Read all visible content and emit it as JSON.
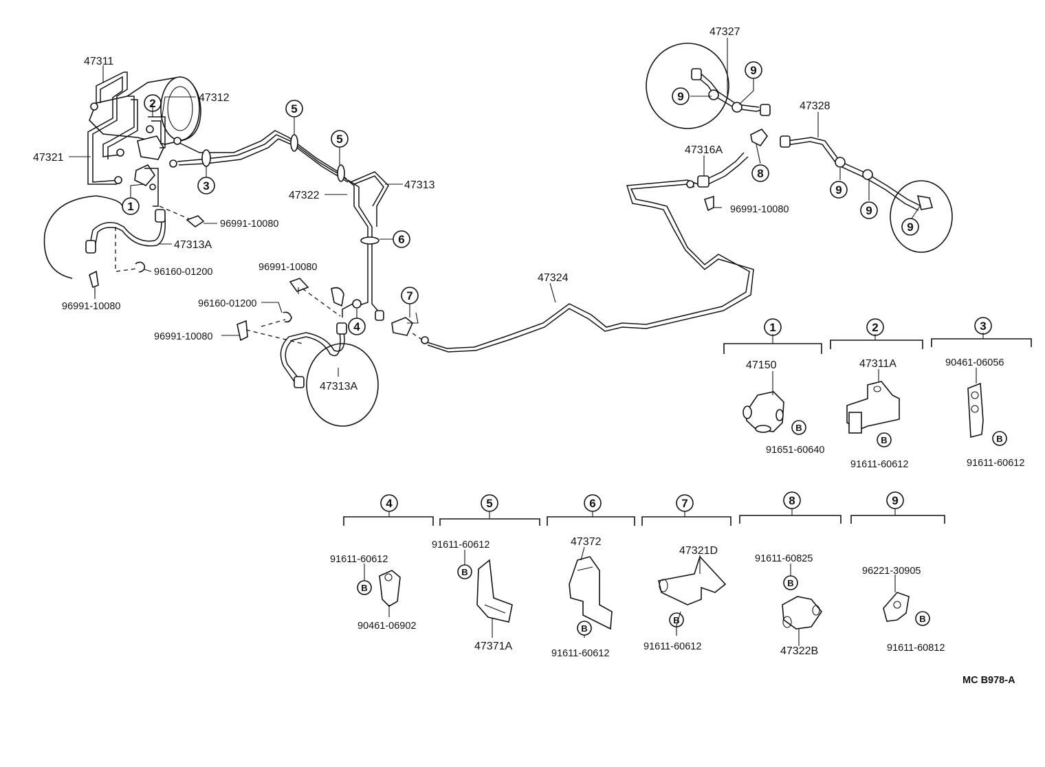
{
  "diagram_code": "MC B978-A",
  "callout_symbols": [
    "1",
    "2",
    "3",
    "4",
    "5",
    "6",
    "7",
    "8",
    "9"
  ],
  "bolt_symbol": "B",
  "front_left": {
    "p47311": "47311",
    "p47312": "47312",
    "p47321": "47321",
    "p47313A_upper": "47313A",
    "clip_a": "96991-10080",
    "ring_a": "96160-01200",
    "clip_b": "96991-10080"
  },
  "center": {
    "p47322": "47322",
    "p47313": "47313",
    "clip_c": "96991-10080",
    "ring_b": "96160-01200",
    "clip_d": "96991-10080",
    "p47313A_lower": "47313A",
    "p47324": "47324"
  },
  "rear": {
    "p47327": "47327",
    "p47328": "47328",
    "p47316A": "47316A",
    "clip_e": "96991-10080"
  },
  "detail_groups": [
    {
      "callout": "1",
      "parts": [
        "47150"
      ],
      "bolt": "91651-60640"
    },
    {
      "callout": "2",
      "parts": [
        "47311A"
      ],
      "bolt": "91611-60612"
    },
    {
      "callout": "3",
      "parts": [
        "90461-06056"
      ],
      "bolt": "91611-60612"
    },
    {
      "callout": "4",
      "parts": [
        "91611-60612",
        "90461-06902"
      ]
    },
    {
      "callout": "5",
      "parts": [
        "91611-60612",
        "47371A"
      ]
    },
    {
      "callout": "6",
      "parts": [
        "47372"
      ],
      "bolt": "91611-60612"
    },
    {
      "callout": "7",
      "parts": [
        "47321D"
      ],
      "bolt": "91611-60612"
    },
    {
      "callout": "8",
      "parts": [
        "91611-60825",
        "47322B"
      ]
    },
    {
      "callout": "9",
      "parts": [
        "96221-30905"
      ],
      "bolt": "91611-60812"
    }
  ]
}
